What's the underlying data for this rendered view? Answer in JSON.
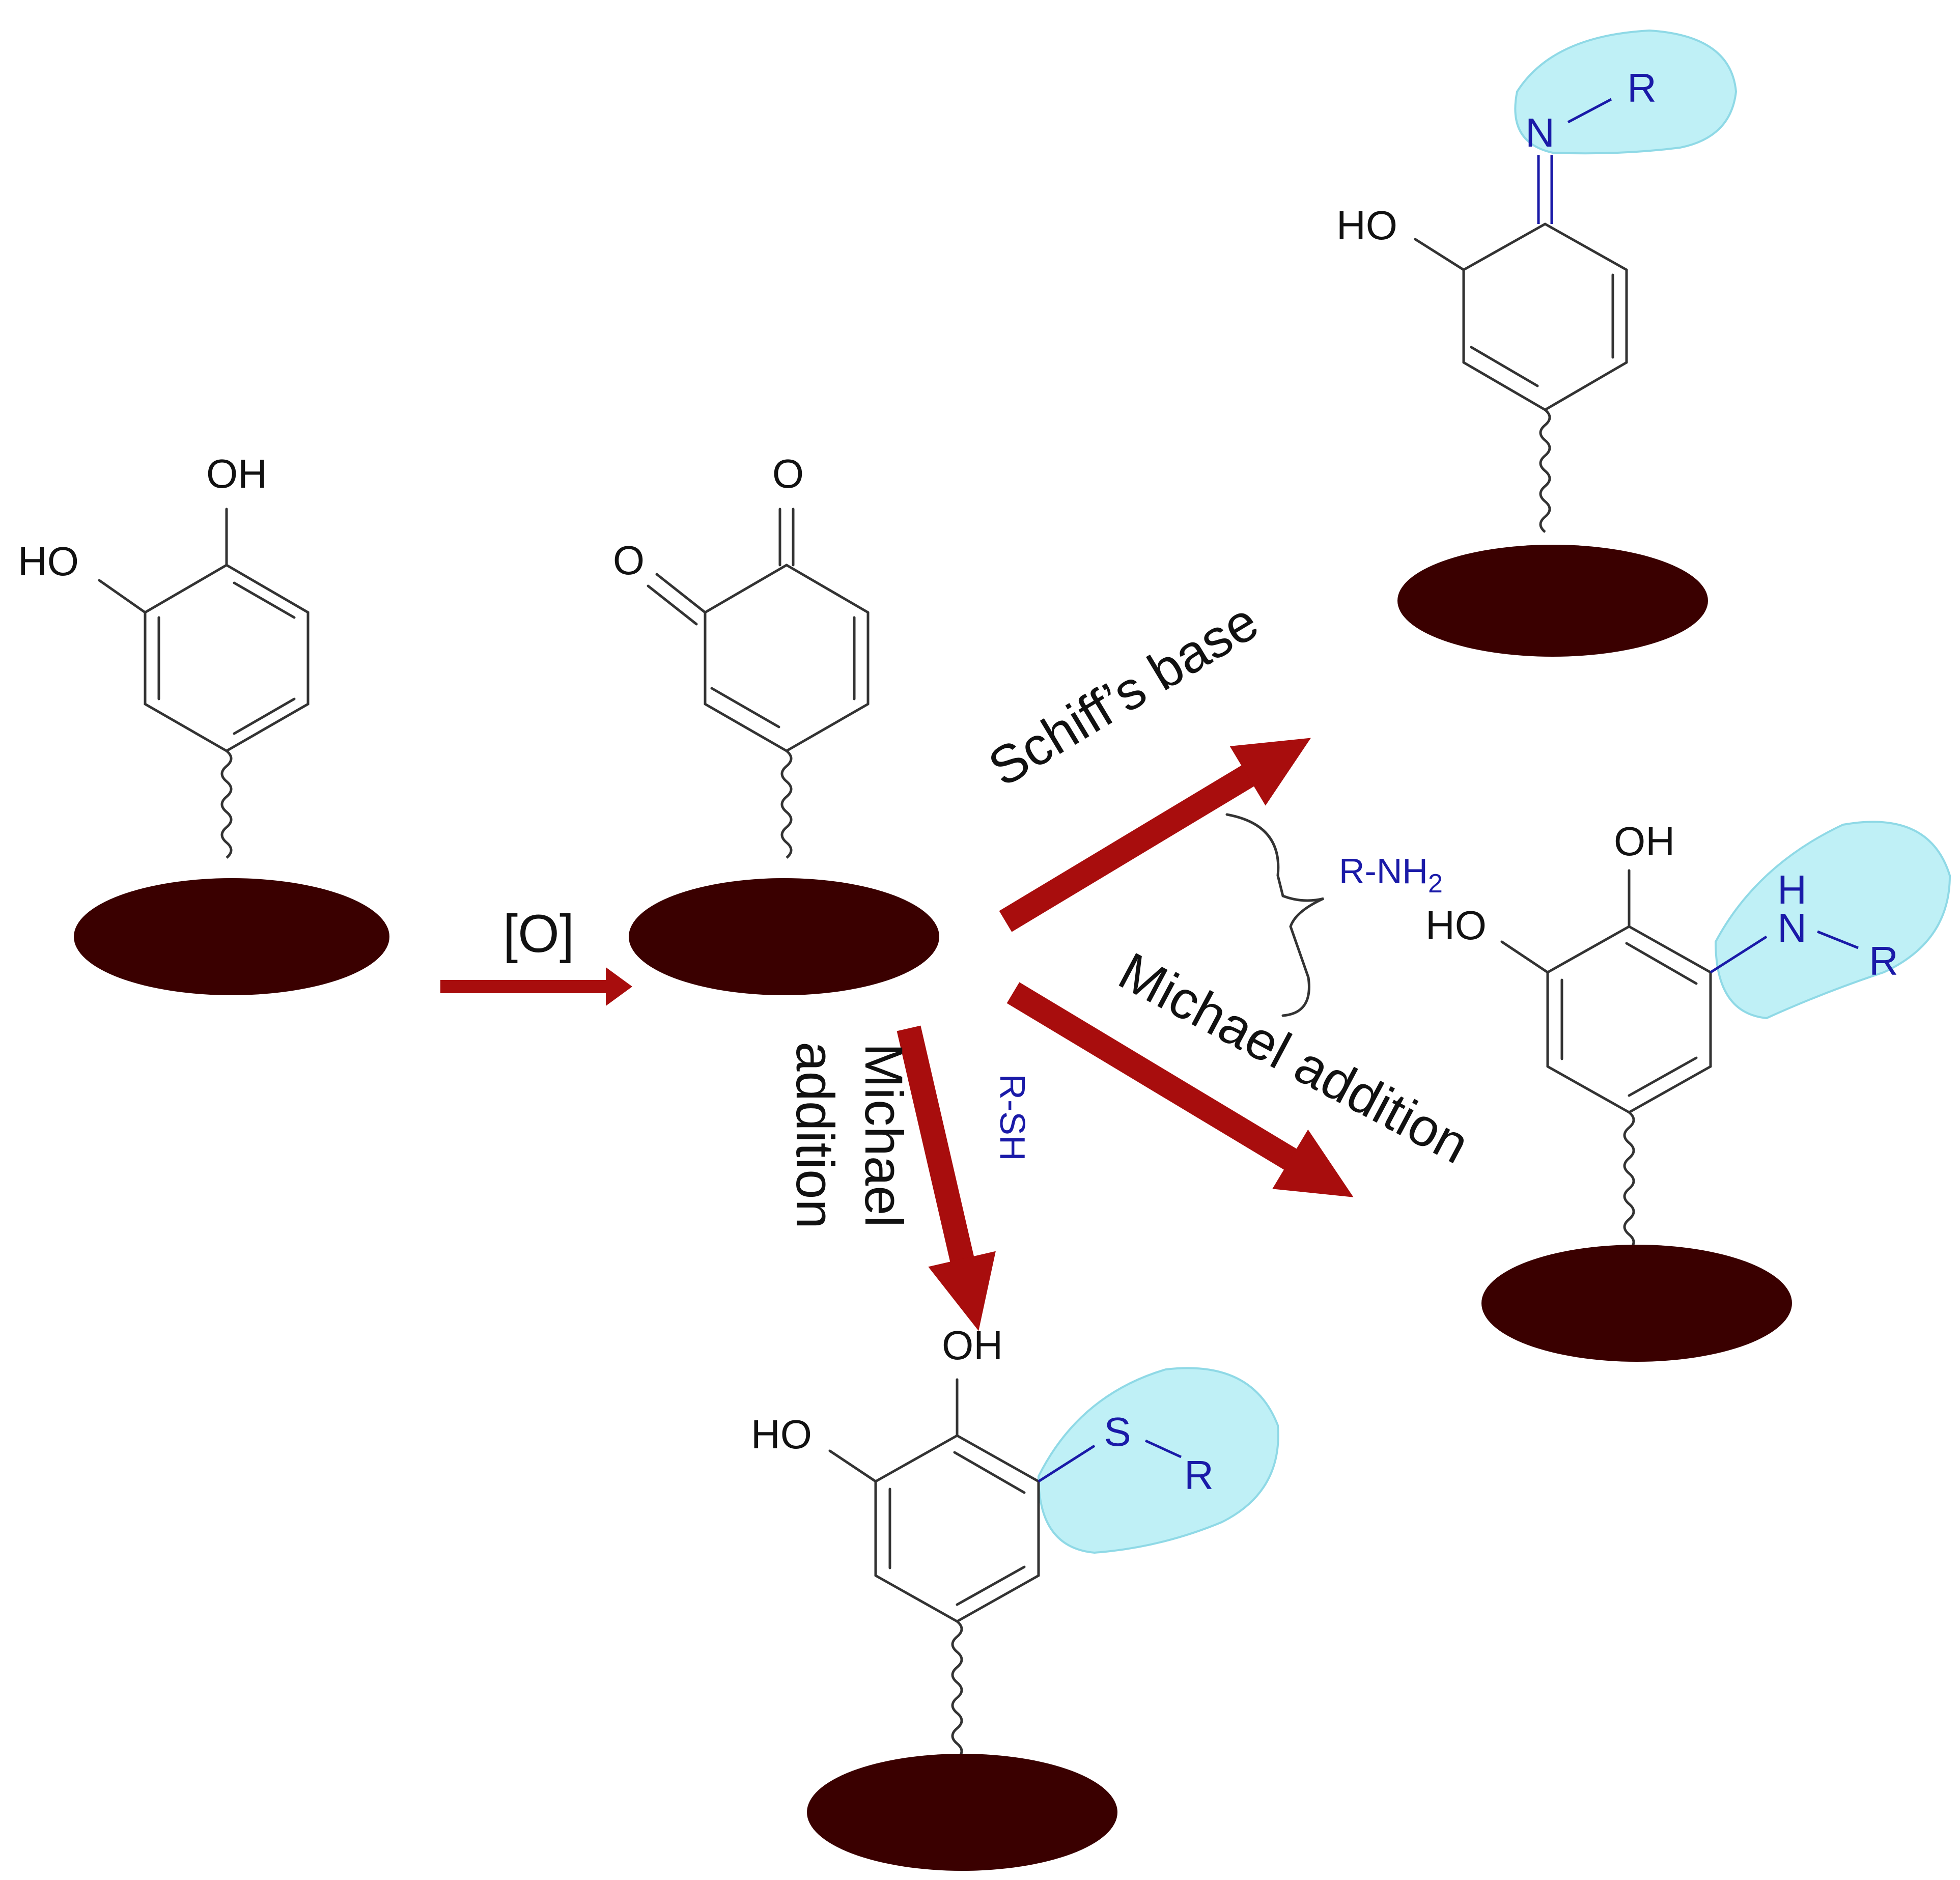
{
  "atoms": {
    "oh": "OH",
    "ho": "HO",
    "o": "O",
    "n": "N",
    "h": "H",
    "s": "S",
    "r": "R"
  },
  "labels": {
    "oxidation": "[O]",
    "schiff_base": "Schiff’s base",
    "michael_addition": "Michael addition",
    "michael_word": "Michael",
    "addition_word": "addition"
  },
  "reagents": {
    "amine": "R-NH",
    "amine_sub": "2",
    "thiol": "R-SH"
  },
  "colors": {
    "arrow": "#a80d0d",
    "particle": "#3a0000",
    "highlight": "#bff0f6",
    "heteroatom": "#1a1aa8"
  }
}
